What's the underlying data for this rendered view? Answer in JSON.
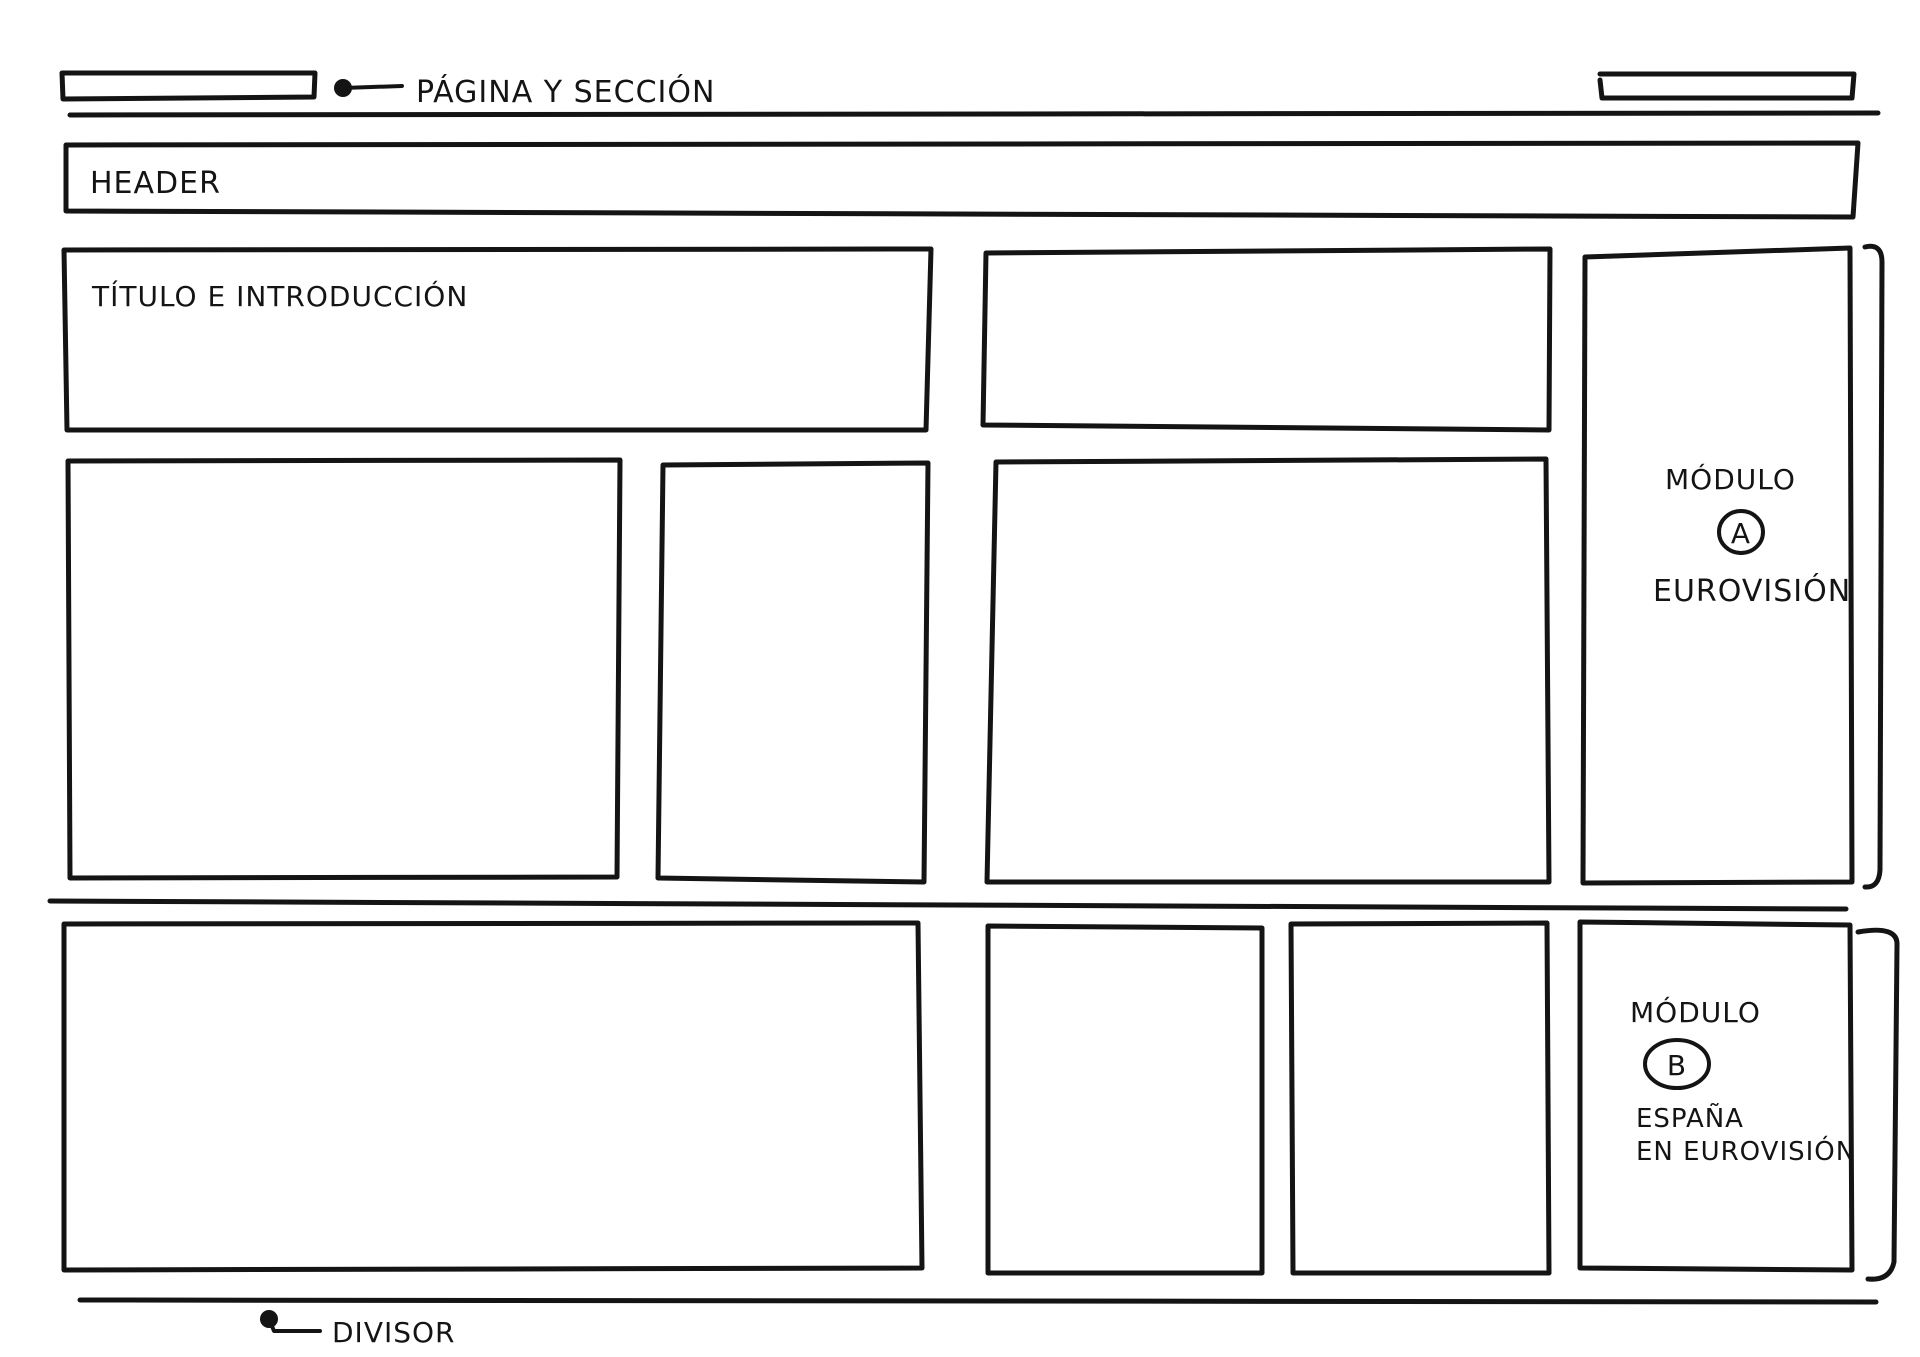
{
  "annotations": {
    "page_section": "PÁGINA Y SECCIÓN",
    "divider": "DIVISOR"
  },
  "blocks": {
    "header": "HEADER",
    "title_intro": "TÍTULO E INTRODUCCIÓN"
  },
  "module_a": {
    "label": "MÓDULO",
    "marker": "A",
    "name": "EUROVISIÓN"
  },
  "module_b": {
    "label": "MÓDULO",
    "marker": "B",
    "name_line1": "ESPAÑA",
    "name_line2": "EN EUROVISIÓN"
  }
}
